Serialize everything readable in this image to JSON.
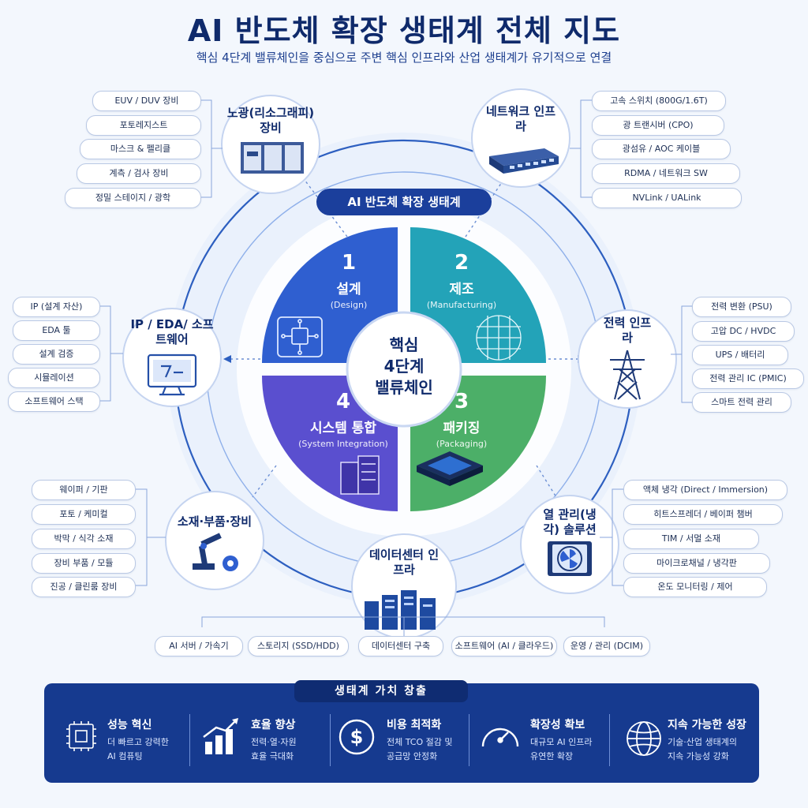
{
  "title": "AI 반도체 확장 생태계 전체 지도",
  "subtitle": "핵심 4단계 밸류체인을 중심으로 주변 핵심 인프라와 산업 생태계가 유기적으로 연결",
  "center_label": "AI 반도체 확장 생태계",
  "core": {
    "line1": "핵심",
    "line2": "4단계",
    "line3": "밸류체인"
  },
  "stages": [
    {
      "num": "1",
      "ko": "설계",
      "en": "(Design)",
      "color": "#2f5fd0",
      "icon": "chip-circuit-icon"
    },
    {
      "num": "2",
      "ko": "제조",
      "en": "(Manufacturing)",
      "color": "#23a3b8",
      "icon": "wafer-icon"
    },
    {
      "num": "3",
      "ko": "패키징",
      "en": "(Packaging)",
      "color": "#4caf68",
      "icon": "package-chip-icon"
    },
    {
      "num": "4",
      "ko": "시스템 통합",
      "en": "(System Integration)",
      "color": "#5a4fcf",
      "icon": "server-rack-icon"
    }
  ],
  "nodes": {
    "litho": {
      "title": "노광(리소그래피) 장비",
      "icon": "lithography-machine-icon",
      "items": [
        "EUV / DUV 장비",
        "포토레지스트",
        "마스크 & 펠리클",
        "계측 / 검사 장비",
        "정밀 스테이지 / 광학"
      ]
    },
    "network": {
      "title": "네트워크 인프라",
      "icon": "network-switch-icon",
      "items": [
        "고속 스위치 (800G/1.6T)",
        "광 트랜시버 (CPO)",
        "광섬유 / AOC 케이블",
        "RDMA / 네트워크 SW",
        "NVLink / UALink"
      ]
    },
    "eda": {
      "title": "IP / EDA/ 소프트웨어",
      "icon": "monitor-design-icon",
      "items": [
        "IP (설계 자산)",
        "EDA 툴",
        "설계 검증",
        "시뮬레이션",
        "소프트웨어 스택"
      ]
    },
    "power": {
      "title": "전력 인프라",
      "icon": "power-tower-icon",
      "items": [
        "전력 변환 (PSU)",
        "고압 DC / HVDC",
        "UPS / 배터리",
        "전력 관리 IC (PMIC)",
        "스마트 전력 관리"
      ]
    },
    "materials": {
      "title": "소재·부품·장비",
      "icon": "robot-arm-gear-icon",
      "items": [
        "웨이퍼 / 기판",
        "포토 / 케미컬",
        "박막 / 식각 소재",
        "장비 부품 / 모듈",
        "진공 / 클린룸 장비"
      ]
    },
    "thermal": {
      "title": "열 관리(냉각) 솔루션",
      "icon": "cooling-fan-icon",
      "items": [
        "액체 냉각 (Direct / Immersion)",
        "히트스프레더 / 베이퍼 챔버",
        "TIM / 서멀 소재",
        "마이크로채널 / 냉각판",
        "온도 모니터링 / 제어"
      ]
    },
    "datacenter": {
      "title": "데이터센터 인프라",
      "icon": "datacenter-servers-icon",
      "items": [
        "AI 서버 / 가속기",
        "스토리지 (SSD/HDD)",
        "데이터센터 구축",
        "소프트웨어 (AI / 클라우드)",
        "운영 / 관리 (DCIM)"
      ]
    }
  },
  "value": {
    "header": "생태계 가치 창출",
    "items": [
      {
        "title": "성능 혁신",
        "desc": [
          "더 빠르고 강력한",
          "AI 컴퓨팅"
        ],
        "icon": "cpu-icon"
      },
      {
        "title": "효율 향상",
        "desc": [
          "전력·열·자원",
          "효율 극대화"
        ],
        "icon": "growth-chart-icon"
      },
      {
        "title": "비용 최적화",
        "desc": [
          "전체 TCO 절감 및",
          "공급망 안정화"
        ],
        "icon": "dollar-icon"
      },
      {
        "title": "확장성 확보",
        "desc": [
          "대규모 AI 인프라",
          "유연한 확장"
        ],
        "icon": "gauge-icon"
      },
      {
        "title": "지속 가능한 성장",
        "desc": [
          "기술·산업 생태계의",
          "지속 가능성 강화"
        ],
        "icon": "globe-icon"
      }
    ]
  }
}
